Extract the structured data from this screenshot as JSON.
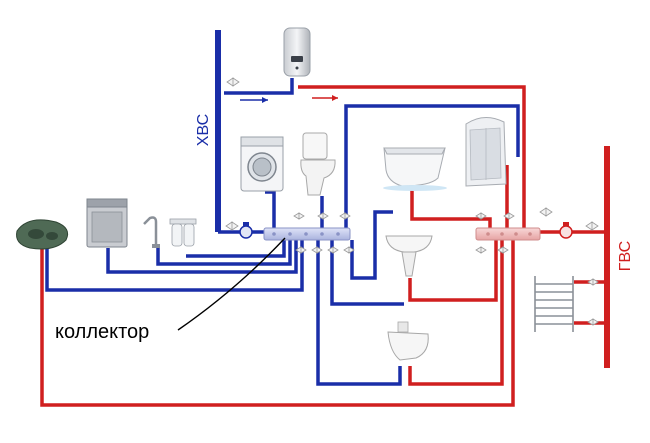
{
  "labels": {
    "cold_water": "ХВС",
    "hot_water": "ГВС",
    "collector": "коллектор"
  },
  "colors": {
    "cold": "#1a2ea8",
    "hot": "#d01f1f",
    "background": "#ffffff"
  },
  "icons": [
    "water-heater-icon",
    "washing-machine-icon",
    "toilet-icon",
    "bathtub-icon",
    "shower-cabin-icon",
    "dishwasher-icon",
    "sink-icon",
    "drinking-tap-icon",
    "water-filter-icon",
    "washbasin-icon",
    "bidet-icon",
    "towel-rail-icon",
    "valve-icon",
    "collector-icon"
  ]
}
